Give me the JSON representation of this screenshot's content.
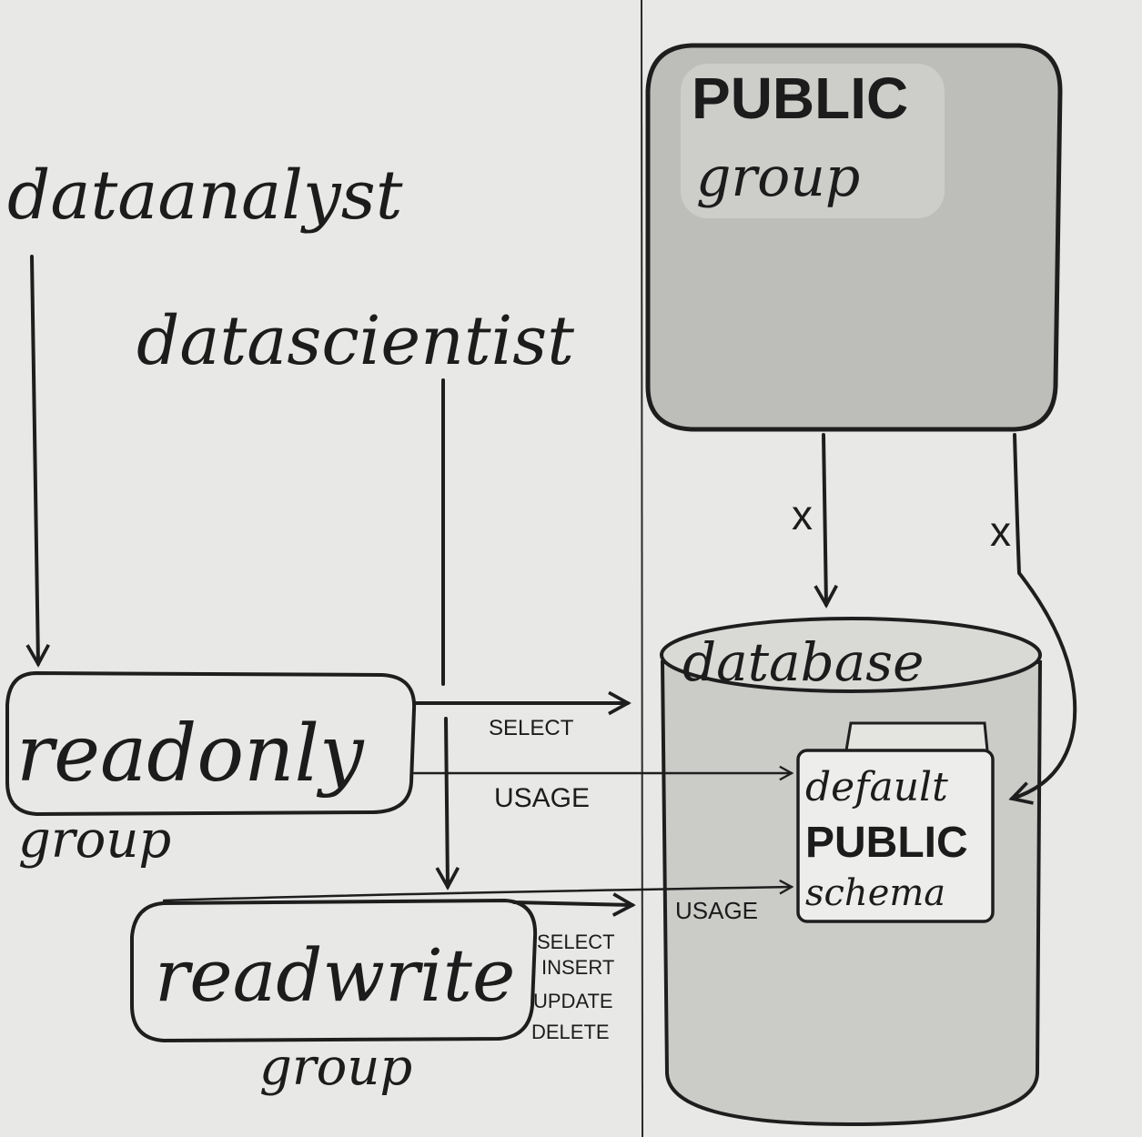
{
  "users": {
    "dataanalyst": "dataanalyst",
    "datascientist": "datascientist"
  },
  "groups": {
    "readonly": {
      "name": "readonly",
      "suffix": "group"
    },
    "readwrite": {
      "name": "readwrite",
      "suffix": "group"
    },
    "public": {
      "name": "PUBLIC",
      "suffix": "group"
    }
  },
  "database": {
    "label": "database",
    "schema": {
      "line1": "default",
      "line2": "PUBLIC",
      "line3": "schema"
    }
  },
  "privileges": {
    "readonly_table": "SELECT",
    "readonly_schema": "USAGE",
    "readwrite_schema": "USAGE",
    "readwrite_table": [
      "SELECT",
      "INSERT",
      "UPDATE",
      "DELETE"
    ]
  },
  "blocked_marks": [
    "x",
    "x"
  ],
  "colors": {
    "paper": "#e8e8e6",
    "ink": "#1e1e1e",
    "shade_public": "#b9b9b6",
    "shade_database": "#cfcfcc",
    "shade_schema": "#f2f2f0"
  }
}
